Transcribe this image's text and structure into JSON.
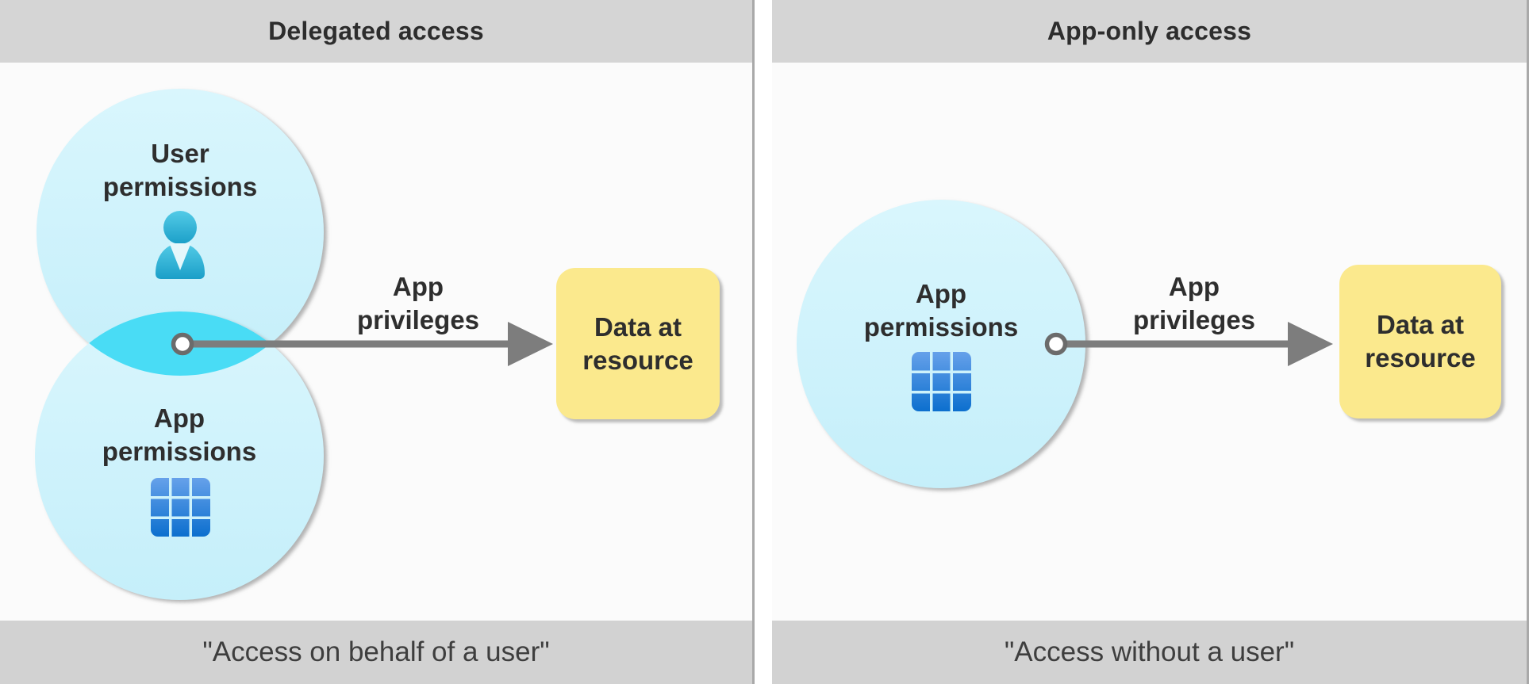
{
  "diagram": {
    "panels": [
      {
        "title": "Delegated access",
        "caption": "\"Access on behalf of a user\"",
        "user_circle_label": "User permissions",
        "app_circle_label": "App permissions",
        "arrow_label": "App privileges",
        "resource_label": "Data at resource",
        "icons": {
          "user_circle": "person-icon",
          "app_circle": "app-grid-icon"
        }
      },
      {
        "title": "App-only access",
        "caption": "\"Access without a user\"",
        "app_circle_label": "App permissions",
        "arrow_label": "App privileges",
        "resource_label": "Data at resource",
        "icons": {
          "app_circle": "app-grid-icon"
        }
      }
    ],
    "colors": {
      "header_bar": "#d5d5d5",
      "footer_bar": "#d2d2d2",
      "panel_background": "#fbfbfb",
      "circle_fill": "#cdf2fb",
      "overlap_fill": "#49dcf5",
      "arrow_gray": "#7d7d7d",
      "connector_ring": "#6b6b6b",
      "resource_box_yellow": "#fbe98d",
      "grid_icon_blue_top": "#66a1ea",
      "grid_icon_blue_bottom": "#0c6fce",
      "person_icon_cyan_top": "#53cbe7",
      "person_icon_cyan_bottom": "#1b9fc8",
      "text_dark": "#2e2e2e",
      "panel_border": "#a9a9a9"
    }
  }
}
